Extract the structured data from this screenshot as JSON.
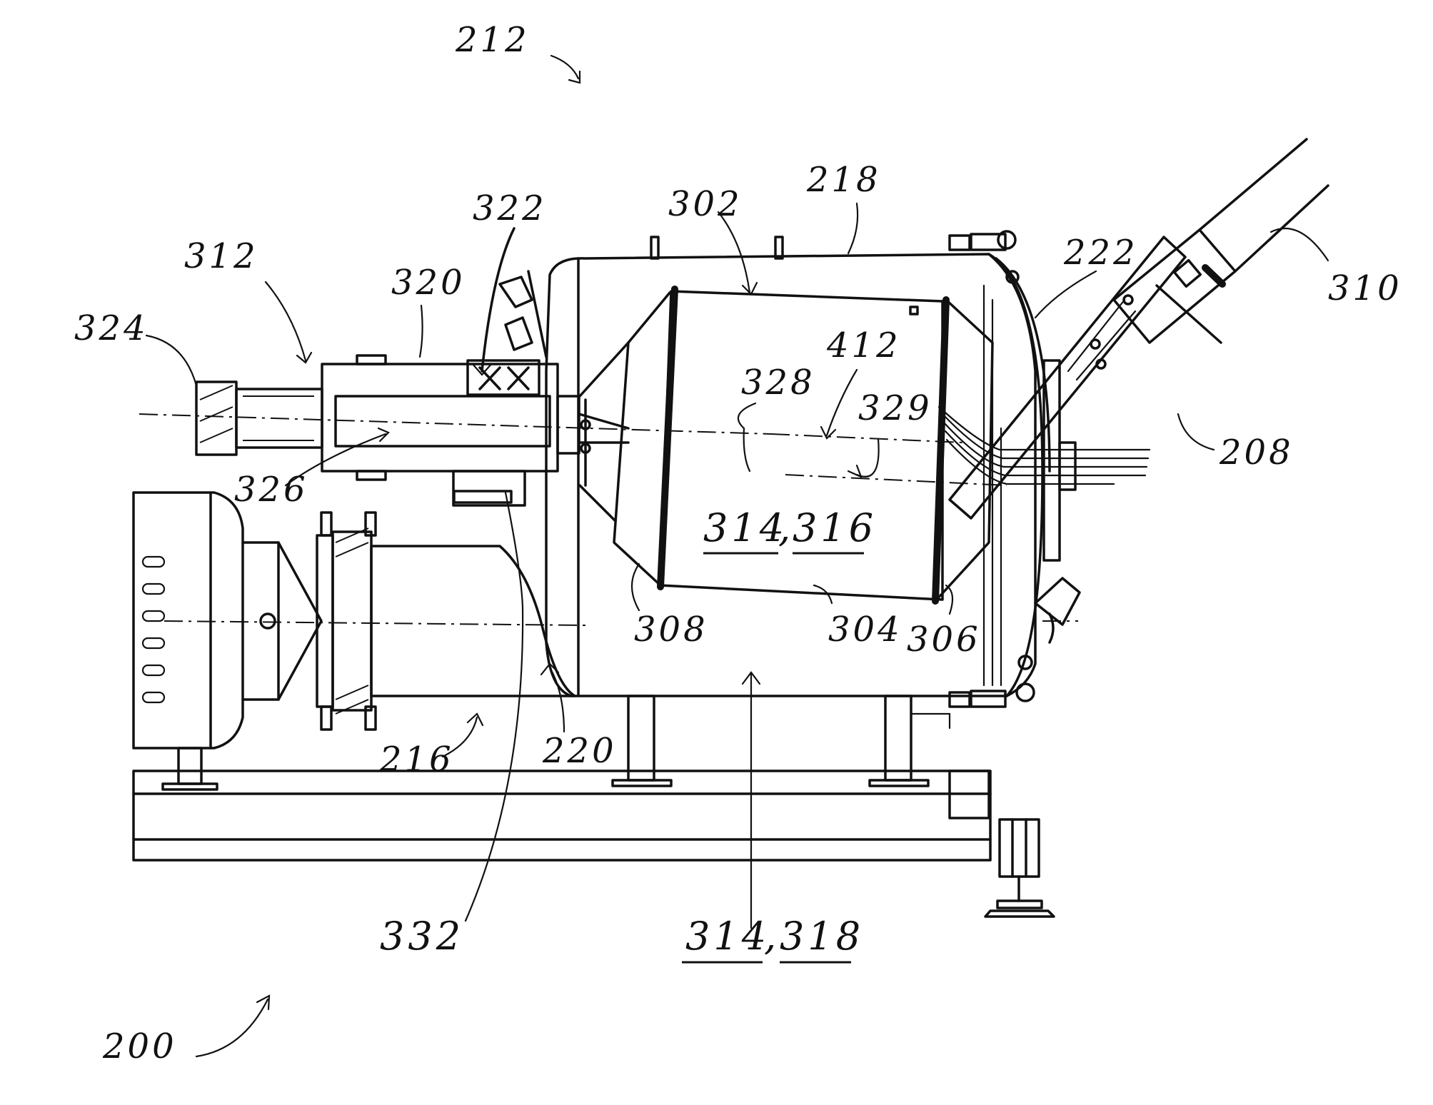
{
  "figure": {
    "ref_labels": {
      "l200": "200",
      "l212": "212",
      "l218": "218",
      "l302": "302",
      "l322": "322",
      "l312": "312",
      "l320": "320",
      "l324": "324",
      "l326": "326",
      "l328": "328",
      "l329": "329",
      "l412": "412",
      "l222": "222",
      "l310": "310",
      "l208": "208",
      "l308": "308",
      "l304": "304",
      "l306": "306",
      "l216": "216",
      "l220": "220",
      "l332": "332"
    },
    "center_label_a": "314",
    "center_label_a2": "316",
    "center_label_sep": ",",
    "bottom_label_a": "314",
    "bottom_label_b": "318",
    "bottom_label_sep": ","
  }
}
